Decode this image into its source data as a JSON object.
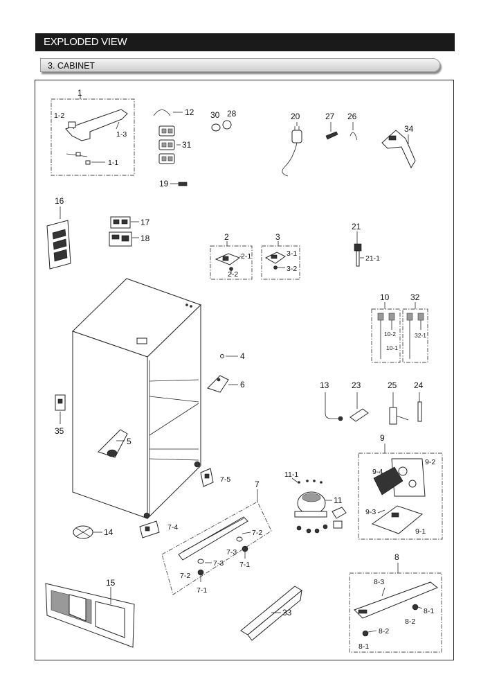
{
  "header": {
    "title": "EXPLODED VIEW"
  },
  "section": {
    "title": "3. CABINET"
  },
  "callouts": {
    "c1": "1",
    "c1_2": "1-2",
    "c1_3": "1-3",
    "c1_1": "1-1",
    "c12": "12",
    "c30": "30",
    "c28": "28",
    "c31": "31",
    "c19": "19",
    "c20": "20",
    "c27": "27",
    "c26": "26",
    "c34": "34",
    "c16": "16",
    "c17": "17",
    "c18": "18",
    "c2": "2",
    "c2_1": "2-1",
    "c2_2": "2-2",
    "c3": "3",
    "c3_1": "3-1",
    "c3_2": "3-2",
    "c21": "21",
    "c21_1": "21-1",
    "c10": "10",
    "c10_2": "10-2",
    "c10_1": "10-1",
    "c32": "32",
    "c32_1": "32-1",
    "c4": "4",
    "c6": "6",
    "c35": "35",
    "c5": "5",
    "c13": "13",
    "c23": "23",
    "c25": "25",
    "c24": "24",
    "c9": "9",
    "c9_4": "9-4",
    "c9_2": "9-2",
    "c9_3": "9-3",
    "c9_1": "9-1",
    "c11_1": "11-1",
    "c11": "11",
    "c7_5": "7-5",
    "c7": "7",
    "c7_4": "7-4",
    "c14": "14",
    "c7_2a": "7-2",
    "c7_3a": "7-3",
    "c7_1a": "7-1",
    "c7_3b": "7-3",
    "c7_2b": "7-2",
    "c7_1b": "7-1",
    "c8": "8",
    "c8_3": "8-3",
    "c8_1a": "8-1",
    "c8_2a": "8-2",
    "c8_2b": "8-2",
    "c8_1b": "8-1",
    "c15": "15",
    "c33": "33"
  }
}
